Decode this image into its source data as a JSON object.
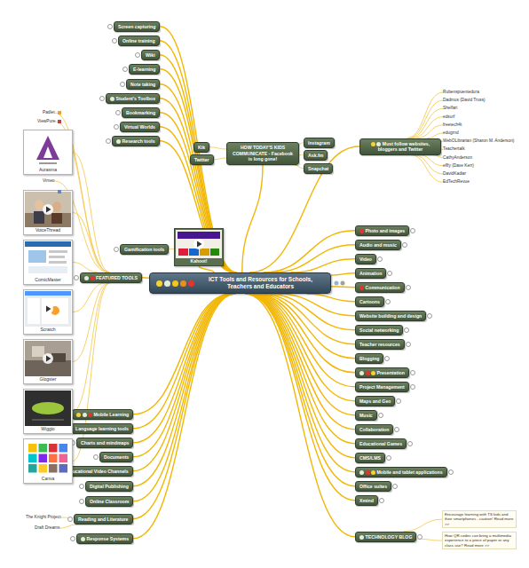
{
  "diagram": {
    "nodes": [
      {
        "text": [
          "ICT Tools and Resources for Schools, Teachers and Educators"
        ]
      },
      {
        "text": [
          "Screen capturing"
        ]
      },
      {
        "text": [
          "Online training"
        ]
      },
      {
        "text": [
          "Wiki"
        ]
      },
      {
        "text": [
          "E-learning"
        ]
      },
      {
        "text": [
          "Note taking"
        ]
      },
      {
        "text": [
          "Student's Toolbox"
        ]
      },
      {
        "text": [
          "Bookmarking"
        ]
      },
      {
        "text": [
          "Virtual Worlds"
        ]
      },
      {
        "text": [
          "Research tools"
        ]
      },
      {
        "text": [
          "Gamification tools"
        ]
      },
      {
        "text": [
          "Kahoot!"
        ]
      },
      {
        "text": [
          "HOW TODAY'S KIDS COMMUNICATE - Facebook is long gone!"
        ]
      },
      {
        "text": [
          "Kik"
        ]
      },
      {
        "text": [
          "Twitter"
        ]
      },
      {
        "text": [
          "Instagram"
        ]
      },
      {
        "text": [
          "Ask.fm"
        ]
      },
      {
        "text": [
          "Snapchat"
        ]
      },
      {
        "text": [
          "Must follow websites, bloggers and Twitter"
        ]
      },
      {
        "text": [
          "Rubenspuentedura"
        ]
      },
      {
        "text": [
          "Dadmus (David Truss)"
        ]
      },
      {
        "text": [
          "Shelfari"
        ]
      },
      {
        "text": [
          "edsurf"
        ]
      },
      {
        "text": [
          "freetech4t"
        ]
      },
      {
        "text": [
          "edugrnd"
        ]
      },
      {
        "text": [
          "WebOLibrarian (Sharon M. Anderson)"
        ]
      },
      {
        "text": [
          "Teachertalk"
        ]
      },
      {
        "text": [
          "CathyAnderson"
        ]
      },
      {
        "text": [
          "eflfy (Dave Kerr)"
        ]
      },
      {
        "text": [
          "DavidKadiar"
        ]
      },
      {
        "text": [
          "EdTechRevue"
        ]
      },
      {
        "text": [
          "Photo and images"
        ]
      },
      {
        "text": [
          "Audio and music"
        ]
      },
      {
        "text": [
          "Video"
        ]
      },
      {
        "text": [
          "Animation"
        ]
      },
      {
        "text": [
          "Communication"
        ]
      },
      {
        "text": [
          "Cartoons"
        ]
      },
      {
        "text": [
          "Website building and design"
        ]
      },
      {
        "text": [
          "Social networking"
        ]
      },
      {
        "text": [
          "Teacher resources"
        ]
      },
      {
        "text": [
          "Blogging"
        ]
      },
      {
        "text": [
          "Presentation"
        ]
      },
      {
        "text": [
          "Project Management"
        ]
      },
      {
        "text": [
          "Maps and Geo"
        ]
      },
      {
        "text": [
          "Music"
        ]
      },
      {
        "text": [
          "Collaboration"
        ]
      },
      {
        "text": [
          "Educational Games"
        ]
      },
      {
        "text": [
          "CMS/LMS"
        ]
      },
      {
        "text": [
          "Mobile and tablet applications"
        ]
      },
      {
        "text": [
          "Office suites"
        ]
      },
      {
        "text": [
          "Xmind"
        ]
      },
      {
        "text": [
          "TECHNOLOGY BLOG"
        ]
      },
      {
        "text": [
          "Encourage learning with TS kids and their smartphones - caution! Read more >>"
        ]
      },
      {
        "text": [
          "How QR codes can bring a multimedia experience to a piece of paper or any class use? Read more >>"
        ]
      },
      {
        "text": [
          "Mobile Learning"
        ]
      },
      {
        "text": [
          "Language learning tools"
        ]
      },
      {
        "text": [
          "Charts and mindmaps"
        ]
      },
      {
        "text": [
          "Documents"
        ]
      },
      {
        "text": [
          "Educational Video Channels"
        ]
      },
      {
        "text": [
          "Digital Publishing"
        ]
      },
      {
        "text": [
          "Online Classroom"
        ]
      },
      {
        "text": [
          "Reading and Literature"
        ]
      },
      {
        "text": [
          "Response Systems"
        ]
      },
      {
        "text": [
          "The Knight Project"
        ]
      },
      {
        "text": [
          "Draft Dreams"
        ]
      },
      {
        "text": [
          "FEATURED TOOLS"
        ]
      },
      {
        "text": [
          "Padlet"
        ]
      },
      {
        "text": [
          "ViewPure"
        ]
      },
      {
        "text": [
          "Aurasma"
        ]
      },
      {
        "text": [
          "Vimeo"
        ]
      },
      {
        "text": [
          "VoiceThread"
        ]
      },
      {
        "text": [
          "ComicMaster"
        ]
      },
      {
        "text": [
          "Scratch"
        ]
      },
      {
        "text": [
          "Glogster"
        ]
      },
      {
        "text": [
          "Wiggio"
        ]
      },
      {
        "text": [
          "Canva"
        ]
      }
    ],
    "edges": [
      {
        "from": 0,
        "to": 1,
        "arrow": "none"
      },
      {
        "from": 0,
        "to": 2,
        "arrow": "none"
      },
      {
        "from": 0,
        "to": 3,
        "arrow": "none"
      },
      {
        "from": 0,
        "to": 4,
        "arrow": "none"
      },
      {
        "from": 0,
        "to": 5,
        "arrow": "none"
      },
      {
        "from": 0,
        "to": 6,
        "arrow": "none"
      },
      {
        "from": 0,
        "to": 7,
        "arrow": "none"
      },
      {
        "from": 0,
        "to": 8,
        "arrow": "none"
      },
      {
        "from": 0,
        "to": 9,
        "arrow": "none"
      },
      {
        "from": 0,
        "to": 11,
        "arrow": "none"
      },
      {
        "from": 11,
        "to": 10,
        "arrow": "none"
      },
      {
        "from": 0,
        "to": 12,
        "arrow": "none"
      },
      {
        "from": 12,
        "to": 13,
        "arrow": "none"
      },
      {
        "from": 12,
        "to": 14,
        "arrow": "none"
      },
      {
        "from": 12,
        "to": 15,
        "arrow": "none"
      },
      {
        "from": 12,
        "to": 16,
        "arrow": "none"
      },
      {
        "from": 12,
        "to": 17,
        "arrow": "none"
      },
      {
        "from": 0,
        "to": 18,
        "arrow": "none"
      },
      {
        "from": 18,
        "to": 19,
        "arrow": "none"
      },
      {
        "from": 18,
        "to": 20,
        "arrow": "none"
      },
      {
        "from": 18,
        "to": 21,
        "arrow": "none"
      },
      {
        "from": 18,
        "to": 22,
        "arrow": "none"
      },
      {
        "from": 18,
        "to": 23,
        "arrow": "none"
      },
      {
        "from": 18,
        "to": 24,
        "arrow": "none"
      },
      {
        "from": 18,
        "to": 25,
        "arrow": "none"
      },
      {
        "from": 18,
        "to": 26,
        "arrow": "none"
      },
      {
        "from": 18,
        "to": 27,
        "arrow": "none"
      },
      {
        "from": 18,
        "to": 28,
        "arrow": "none"
      },
      {
        "from": 18,
        "to": 29,
        "arrow": "none"
      },
      {
        "from": 18,
        "to": 30,
        "arrow": "none"
      },
      {
        "from": 0,
        "to": 31,
        "arrow": "none"
      },
      {
        "from": 0,
        "to": 32,
        "arrow": "none"
      },
      {
        "from": 0,
        "to": 33,
        "arrow": "none"
      },
      {
        "from": 0,
        "to": 34,
        "arrow": "none"
      },
      {
        "from": 0,
        "to": 35,
        "arrow": "none"
      },
      {
        "from": 0,
        "to": 36,
        "arrow": "none"
      },
      {
        "from": 0,
        "to": 37,
        "arrow": "none"
      },
      {
        "from": 0,
        "to": 38,
        "arrow": "none"
      },
      {
        "from": 0,
        "to": 39,
        "arrow": "none"
      },
      {
        "from": 0,
        "to": 40,
        "arrow": "none"
      },
      {
        "from": 0,
        "to": 41,
        "arrow": "none"
      },
      {
        "from": 0,
        "to": 42,
        "arrow": "none"
      },
      {
        "from": 0,
        "to": 43,
        "arrow": "none"
      },
      {
        "from": 0,
        "to": 44,
        "arrow": "none"
      },
      {
        "from": 0,
        "to": 45,
        "arrow": "none"
      },
      {
        "from": 0,
        "to": 46,
        "arrow": "none"
      },
      {
        "from": 0,
        "to": 47,
        "arrow": "none"
      },
      {
        "from": 0,
        "to": 48,
        "arrow": "none"
      },
      {
        "from": 0,
        "to": 49,
        "arrow": "none"
      },
      {
        "from": 0,
        "to": 50,
        "arrow": "none"
      },
      {
        "from": 0,
        "to": 51,
        "arrow": "none"
      },
      {
        "from": 51,
        "to": 52,
        "arrow": "none"
      },
      {
        "from": 51,
        "to": 53,
        "arrow": "none"
      },
      {
        "from": 0,
        "to": 54,
        "arrow": "none"
      },
      {
        "from": 0,
        "to": 55,
        "arrow": "none"
      },
      {
        "from": 0,
        "to": 56,
        "arrow": "none"
      },
      {
        "from": 0,
        "to": 57,
        "arrow": "none"
      },
      {
        "from": 0,
        "to": 58,
        "arrow": "none"
      },
      {
        "from": 0,
        "to": 59,
        "arrow": "none"
      },
      {
        "from": 0,
        "to": 60,
        "arrow": "none"
      },
      {
        "from": 0,
        "to": 61,
        "arrow": "none"
      },
      {
        "from": 0,
        "to": 62,
        "arrow": "none"
      },
      {
        "from": 61,
        "to": 63,
        "arrow": "none"
      },
      {
        "from": 61,
        "to": 64,
        "arrow": "none"
      },
      {
        "from": 0,
        "to": 65,
        "arrow": "none"
      },
      {
        "from": 65,
        "to": 66,
        "arrow": "none"
      },
      {
        "from": 65,
        "to": 67,
        "arrow": "none"
      },
      {
        "from": 65,
        "to": 68,
        "arrow": "none"
      },
      {
        "from": 65,
        "to": 69,
        "arrow": "none"
      },
      {
        "from": 65,
        "to": 70,
        "arrow": "none"
      },
      {
        "from": 65,
        "to": 71,
        "arrow": "none"
      },
      {
        "from": 65,
        "to": 72,
        "arrow": "none"
      },
      {
        "from": 65,
        "to": 73,
        "arrow": "none"
      },
      {
        "from": 65,
        "to": 74,
        "arrow": "none"
      },
      {
        "from": 65,
        "to": 75,
        "arrow": "none"
      }
    ]
  }
}
